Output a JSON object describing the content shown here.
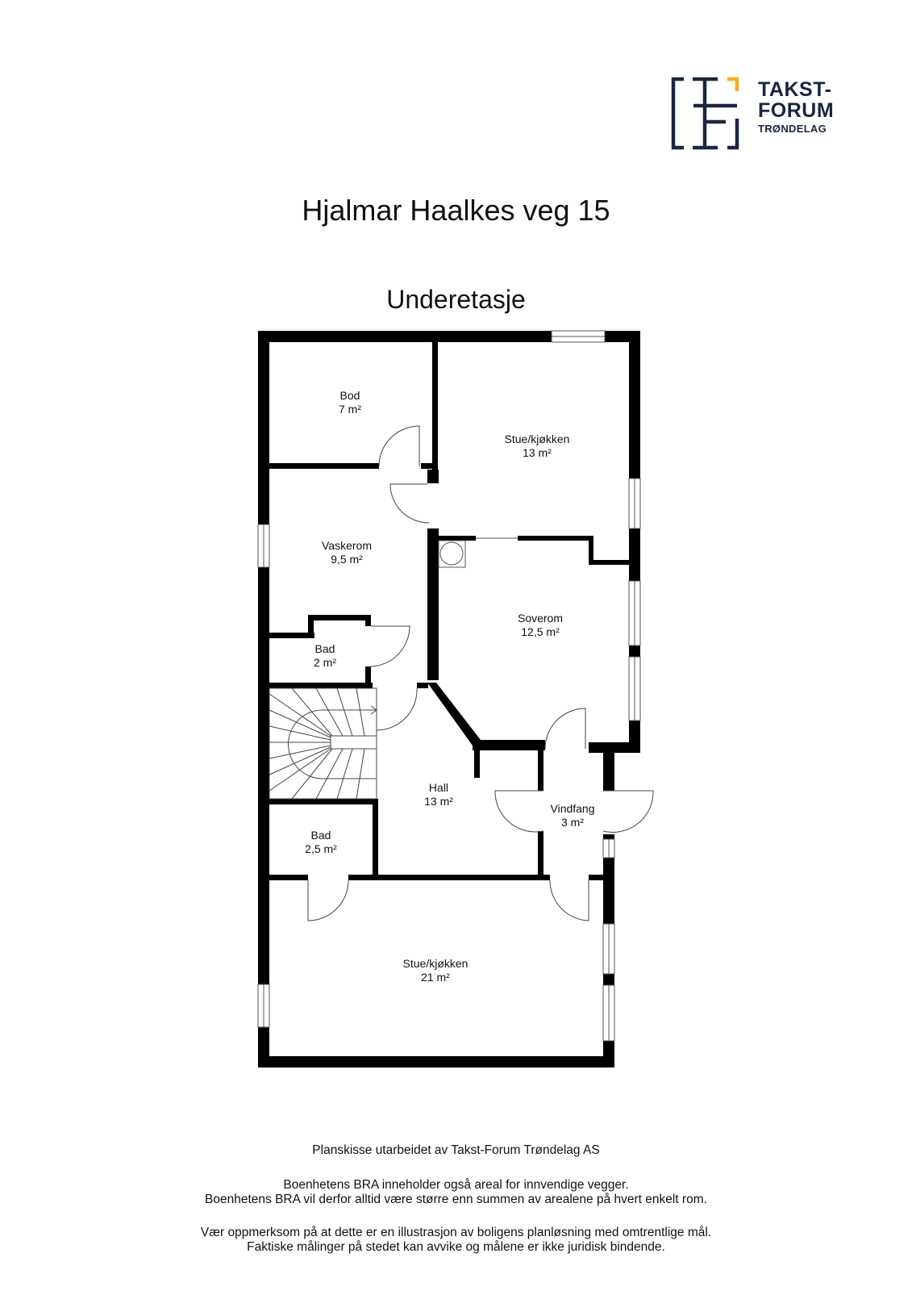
{
  "logo": {
    "line1": "TAKST-",
    "line2": "FORUM",
    "line3": "TRØNDELAG",
    "brand_navy": "#1c2540",
    "brand_yellow": "#f2b01e"
  },
  "title": "Hjalmar Haalkes veg 15",
  "floor": "Underetasje",
  "rooms": [
    {
      "name": "Bod",
      "area": "7 m²"
    },
    {
      "name": "Stue/kjøkken",
      "area": "13 m²"
    },
    {
      "name": "Vaskerom",
      "area": "9,5 m²"
    },
    {
      "name": "Soverom",
      "area": "12,5 m²"
    },
    {
      "name": "Bad",
      "area": "2 m²"
    },
    {
      "name": "Hall",
      "area": "13 m²"
    },
    {
      "name": "Vindfang",
      "area": "3 m²"
    },
    {
      "name": "Bad",
      "area": "2,5 m²"
    },
    {
      "name": "Stue/kjøkken",
      "area": "21 m²"
    }
  ],
  "footer": {
    "credit": "Planskisse utarbeidet av Takst-Forum Trøndelag AS",
    "note1": "Boenhetens BRA inneholder også areal for innvendige vegger.",
    "note2": "Boenhetens BRA vil derfor alltid være større enn summen av arealene på hvert enkelt rom.",
    "disclaimer1": "Vær oppmerksom på at dette er en illustrasjon av boligens planløsning med omtrentlige mål.",
    "disclaimer2": "Faktiske målinger på stedet kan avvike og målene er ikke juridisk bindende."
  }
}
